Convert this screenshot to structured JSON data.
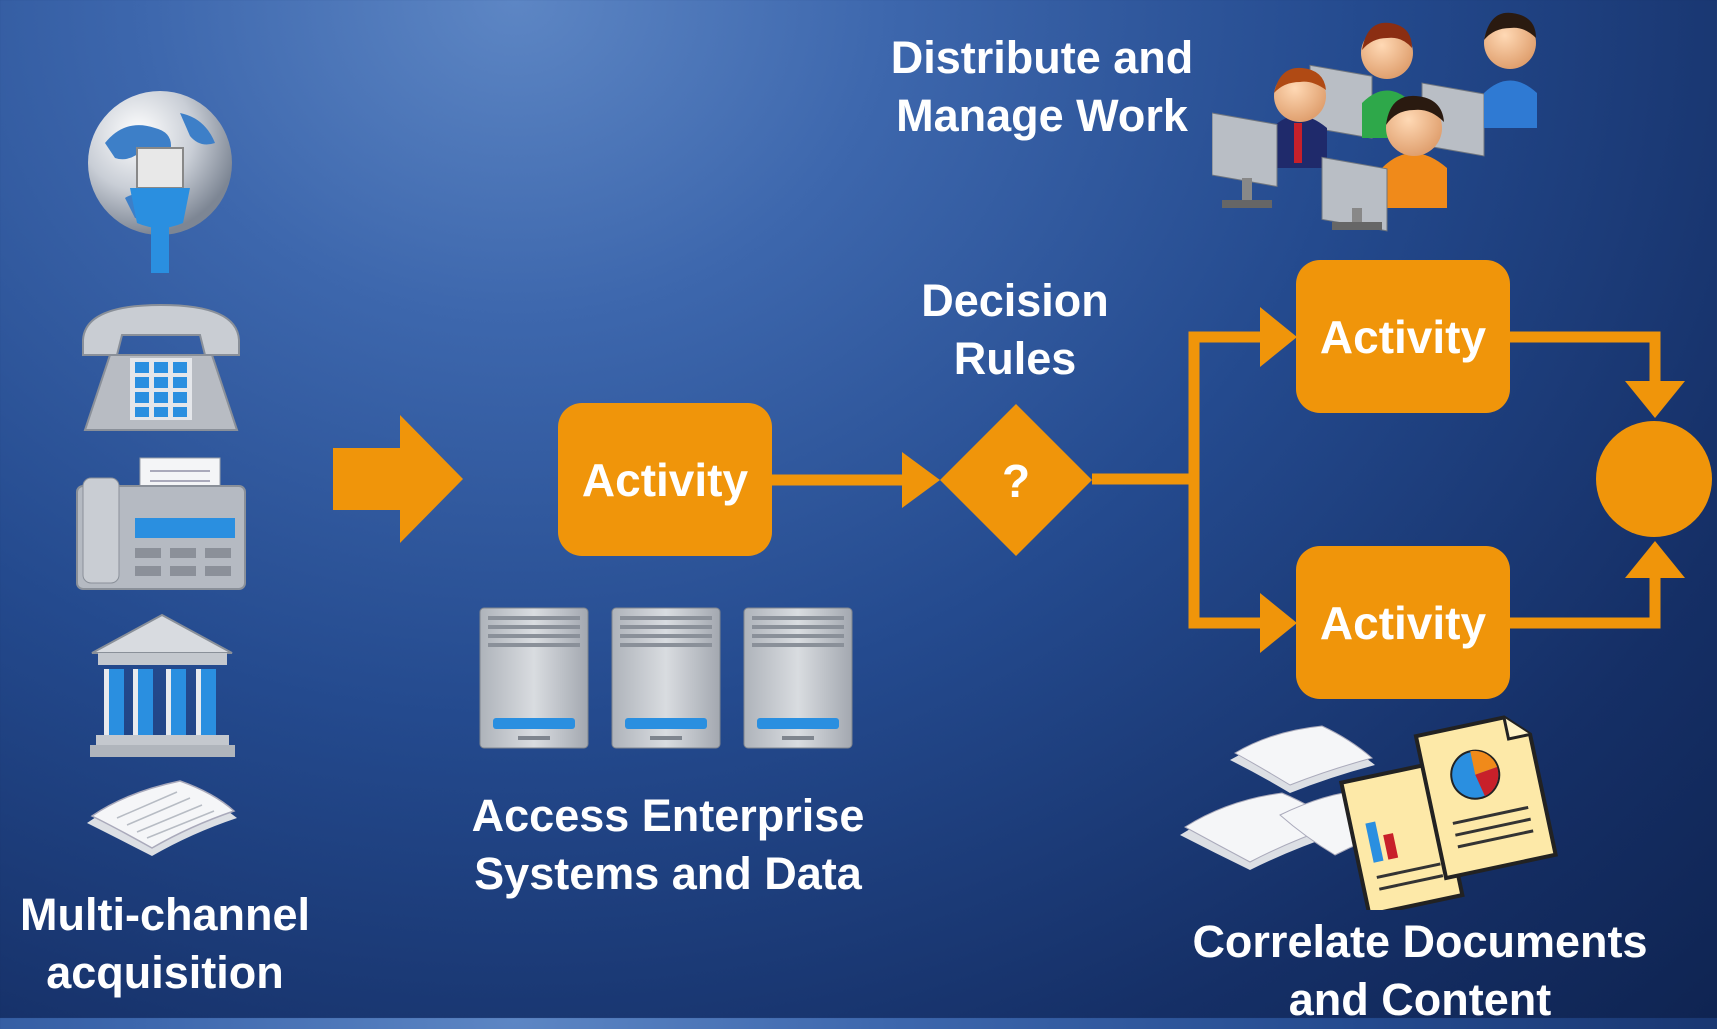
{
  "labels": {
    "distribute_line1": "Distribute and",
    "distribute_line2": "Manage Work",
    "decision_line1": "Decision",
    "decision_line2": "Rules",
    "access_line1": "Access Enterprise",
    "access_line2": "Systems and Data",
    "multichannel_line1": "Multi-channel",
    "multichannel_line2": "acquisition",
    "correlate_line1": "Correlate Documents",
    "correlate_line2": "and Content"
  },
  "nodes": {
    "activity_main": "Activity",
    "activity_top": "Activity",
    "activity_bottom": "Activity",
    "decision_symbol": "?"
  },
  "colors": {
    "accent": "#f0950a",
    "background_top": "#5d86c4",
    "background_bottom": "#0f2452"
  },
  "icons": [
    "globe-network-icon",
    "telephone-icon",
    "fax-machine-icon",
    "bank-icon",
    "paper-stack-icon",
    "server-icon",
    "people-workstations-icon",
    "documents-chart-icon"
  ]
}
